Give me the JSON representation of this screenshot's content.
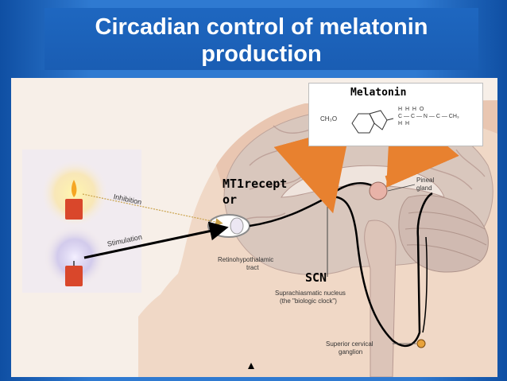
{
  "slide": {
    "title_line1": "Circadian control of melatonin",
    "title_line2": "production"
  },
  "figure": {
    "melatonin_label": "Melatonin",
    "chem_left": "CH₃O",
    "chem_right": "H  H  H  O\nC — C — N — C — CH₃\nH  H",
    "mt1_label_line1": "MT1recept",
    "mt1_label_line2": "or",
    "inhibition": "Inhibition",
    "stimulation": "Stimulation",
    "pineal_line1": "Pineal",
    "pineal_line2": "gland",
    "retino_line1": "Retinohypothalamic",
    "retino_line2": "tract",
    "scn_label": "SCN",
    "scn_desc_line1": "Suprachiasmatic nucleus",
    "scn_desc_line2": "(the \"biologic clock\")",
    "scg_line1": "Superior cervical",
    "scg_line2": "ganglion"
  },
  "colors": {
    "slide_bg": "#2f7ad1",
    "title_text": "#ffffff",
    "arrow_orange": "#e8812f",
    "nerve_line": "#000000",
    "candle": "#d9472b"
  }
}
